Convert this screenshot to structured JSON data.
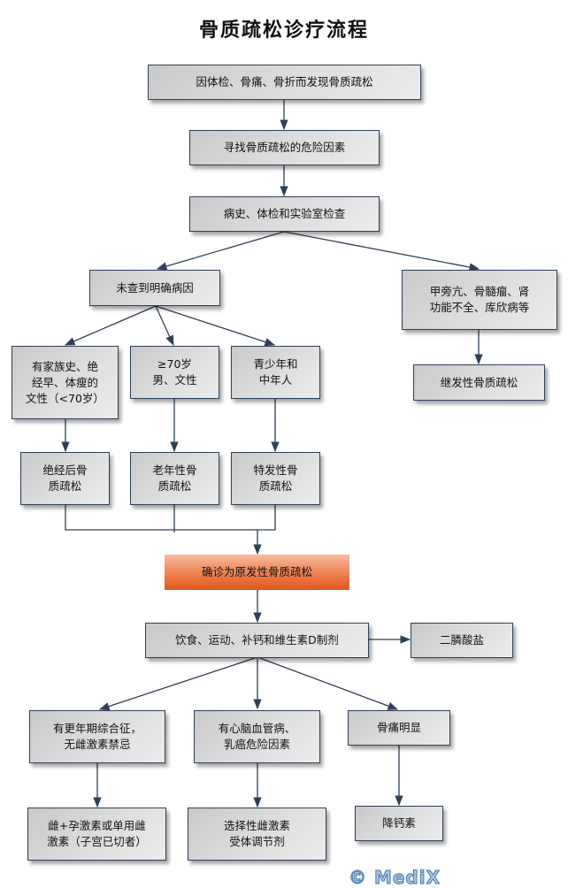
{
  "title": "骨质疏松诊疗流程",
  "nodes": {
    "n1": "因体检、骨痛、骨折而发现骨质疏松",
    "n2": "寻找骨质疏松的危险因素",
    "n3": "病史、体检和实验室检查",
    "n4": "未查到明确病因",
    "n5": "甲旁亢、骨髓瘤、肾\n功能不全、库欣病等",
    "n6": "继发性骨质疏松",
    "n7": "有家族史、绝\n经早、体瘦的\n文性（<70岁）",
    "n8": "≥70岁\n男、文性",
    "n9": "青少年和\n中年人",
    "n10": "绝经后骨\n质疏松",
    "n11": "老年性骨\n质疏松",
    "n12": "特发性骨\n质疏松",
    "n13": "确诊为原发性骨质疏松",
    "n14": "饮食、运动、补钙和维生素D制剂",
    "n15": "二膦酸盐",
    "n16": "有更年期综合征，\n无雌激素禁忌",
    "n17": "有心脑血管病、\n乳癌危险因素",
    "n18": "骨痛明显",
    "n19": "雌+孕激素或单用雌\n激素（子宫已切者）",
    "n20": "选择性雌激素\n受体调节剂",
    "n21": "降钙素"
  },
  "colors": {
    "edge": "#2e4057",
    "accent_top": "#f6bda0",
    "accent_bottom": "#e0561c"
  },
  "watermark": "© MediX"
}
